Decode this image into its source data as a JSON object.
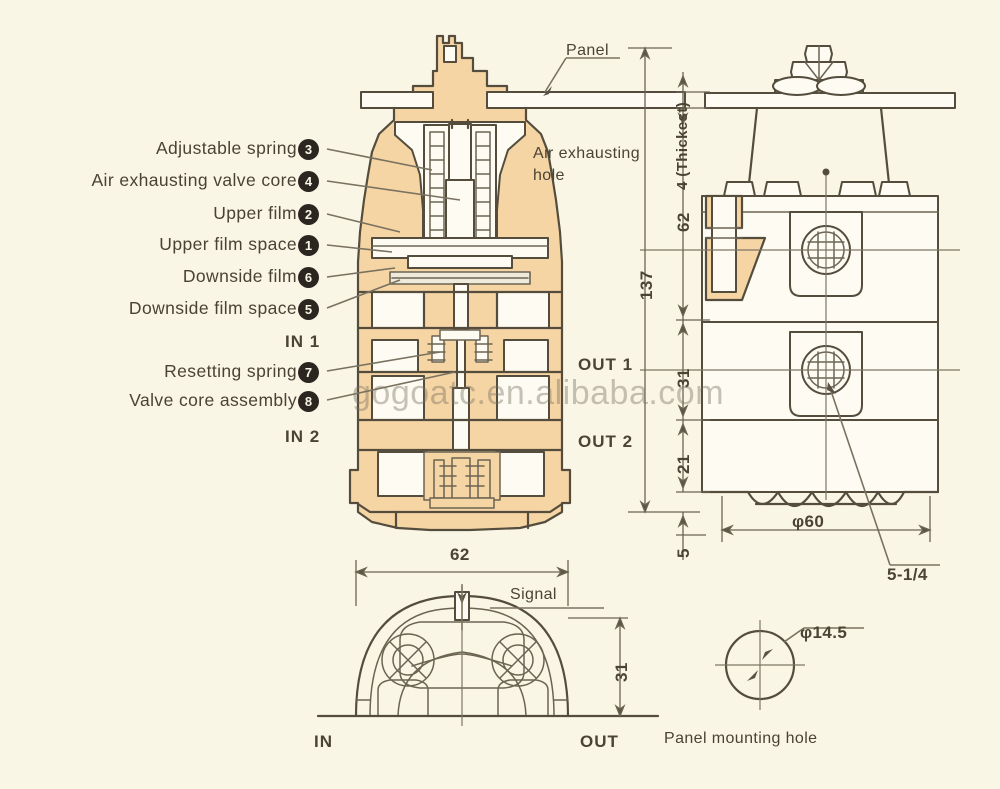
{
  "drawing": {
    "title": "Pneumatic relay valve sectional drawing",
    "background_color": "#FAF6E6",
    "section_fill_color": "#F6D5A4",
    "line_color": "#544d3e",
    "watermark": "gogoatc.en.alibaba.com"
  },
  "callouts": [
    {
      "num": "3",
      "label": "Adjustable spring"
    },
    {
      "num": "4",
      "label": "Air  exhausting  valve  core"
    },
    {
      "num": "2",
      "label": "Upper  film"
    },
    {
      "num": "1",
      "label": "Upper  film  space"
    },
    {
      "num": "6",
      "label": "Downside  film"
    },
    {
      "num": "5",
      "label": "Downside  film  space"
    },
    {
      "num": "7",
      "label": "Resetting  spring"
    },
    {
      "num": "8",
      "label": "Valve  core  assembly"
    }
  ],
  "notes": {
    "panel": "Panel",
    "air_exhaust_line1": "Air exhausting",
    "air_exhaust_line2": "hole",
    "signal": "Signal",
    "panel_mounting_hole": "Panel mounting hole"
  },
  "ports": {
    "in1": "IN 1",
    "in2": "IN 2",
    "out1": "OUT 1",
    "out2": "OUT 2",
    "in_bottom": "IN",
    "out_bottom": "OUT"
  },
  "dimensions": {
    "overall_height": "137",
    "thickest": "4 (Thickest)",
    "upper_body": "62",
    "mid_body": "31",
    "lower_body": "21",
    "base": "5",
    "diameter_body": "φ60",
    "thread": "5-1/4",
    "bottom_width": "62",
    "bottom_height": "31",
    "mounting_hole_dia": "φ14.5"
  }
}
